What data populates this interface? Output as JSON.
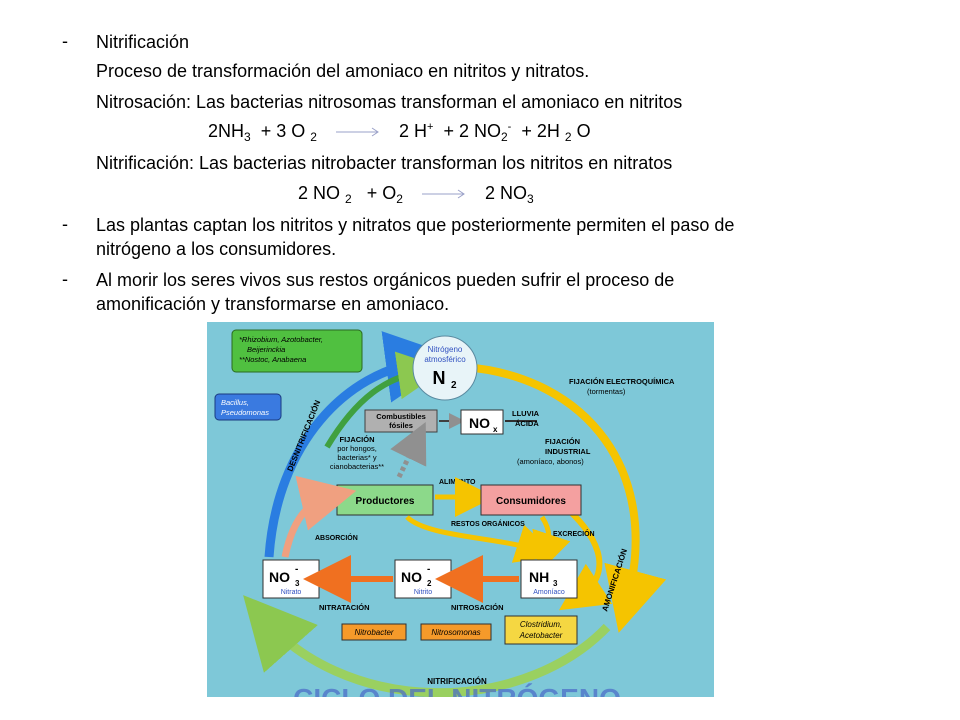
{
  "bullets": {
    "nitrificacion_heading": "Nitrificación",
    "proceso_line": "Proceso de transformación del amoniaco en nitritos y nitratos.",
    "nitrosacion_line": "Nitrosación: Las bacterias nitrosomas transforman el amoniaco en nitritos",
    "nitrificacion_line": "Nitrificación: Las bacterias nitrobacter transforman los nitritos en nitratos",
    "plantas_line1": "Las plantas captan los nitritos y nitratos que posteriormente permiten el paso de",
    "plantas_line2": "nitrógeno a los consumidores.",
    "morir_line1": "Al morir los seres vivos sus restos orgánicos pueden sufrir el proceso de",
    "morir_line2": "amonificación  y transformarse en amoniaco."
  },
  "equations": {
    "eq1": {
      "a": "2NH",
      "a_sub": "3",
      "b": "+ 3 O",
      "b_sub": "2",
      "c": "2 H",
      "c_sup": "+",
      "d": "+ 2 NO",
      "d_sub": "2",
      "d_sup": "-",
      "e": "+ 2H",
      "e_sub": "2",
      "f": "O"
    },
    "eq2": {
      "a": "2 NO",
      "a_sub": "2",
      "b": "+ O",
      "b_sub": "2",
      "c": "2 NO",
      "c_sub": "3"
    }
  },
  "diagram": {
    "colors": {
      "background": "#7ec8d8",
      "green_box": "#8cd98a",
      "pink_box": "#f4a0a0",
      "gray_box": "#b0b0b0",
      "orange_label": "#f59a2a",
      "yellow_label": "#f5d742"
    },
    "nitrogeno_label1": "Nitrógeno",
    "nitrogeno_label2": "atmosférico",
    "n2": "N",
    "n2_sub": "2",
    "bubble_green_l1": "*Rhizobium, Azotobacter,",
    "bubble_green_l2": "Beijerinckia",
    "bubble_green_l3": "**Nostoc, Anabaena",
    "bubble_blue_l1": "Bacillus,",
    "bubble_blue_l2": "Pseudomonas",
    "desnitrificacion": "DESNITRIFICACIÓN",
    "fijacion_electro_l1": "FIJACIÓN ELECTROQUÍMICA",
    "fijacion_electro_l2": "(tormentas)",
    "combustibles_l1": "Combustibles",
    "combustibles_l2": "fósiles",
    "nox": "NO",
    "nox_sub": "x",
    "lluvia_l1": "LLUVIA",
    "lluvia_l2": "ÁCIDA",
    "fijacion_hongos_l1": "FIJACIÓN",
    "fijacion_hongos_l2": "por hongos,",
    "fijacion_hongos_l3": "bacterias* y",
    "fijacion_hongos_l4": "cianobacterias**",
    "fijacion_ind_l1": "FIJACIÓN",
    "fijacion_ind_l2": "INDUSTRIAL",
    "fijacion_ind_l3": "(amoníaco, abonos)",
    "alimento": "ALIMENTO",
    "productores": "Productores",
    "consumidores": "Consumidores",
    "restos": "RESTOS ORGÁNICOS",
    "excrecion": "EXCRECIÓN",
    "absorcion": "ABSORCIÓN",
    "amonificacion": "AMONIFICACIÓN",
    "no3": "NO",
    "no3_sub": "3",
    "no3_sup": "-",
    "nitrato": "Nitrato",
    "no2": "NO",
    "no2_sub": "2",
    "no2_sup": "-",
    "nitrito": "Nitrito",
    "nh3": "NH",
    "nh3_sub": "3",
    "amoniaco": "Amoníaco",
    "nitratacion": "NITRATACIÓN",
    "nitrosacion": "NITROSACIÓN",
    "nitrobacter": "Nitrobacter",
    "nitrosomonas": "Nitrosomonas",
    "clostridium_l1": "Clostridium,",
    "clostridium_l2": "Acetobacter",
    "nitrificacion": "NITRIFICACIÓN",
    "bottom_title": "CICLO DEL NITRÓGENO"
  }
}
